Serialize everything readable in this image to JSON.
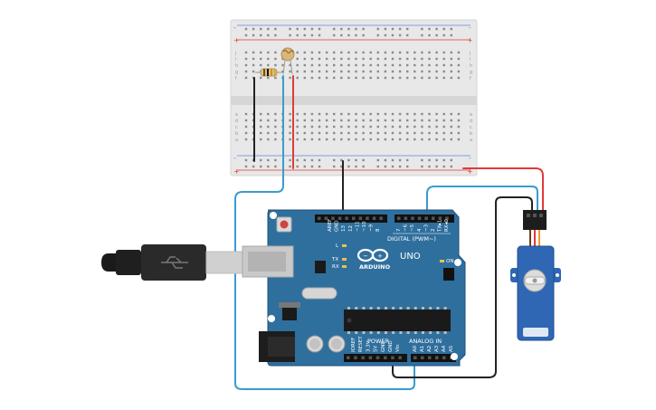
{
  "breadboard": {
    "rail_plus": "+",
    "rail_minus": "-",
    "row_letters_top": [
      "j",
      "i",
      "h",
      "g",
      "f"
    ],
    "row_letters_bottom": [
      "e",
      "d",
      "c",
      "b",
      "a"
    ],
    "column_count": 30
  },
  "arduino": {
    "brand": "ARDUINO",
    "model": "UNO",
    "digital_label": "DIGITAL (PWM~)",
    "power_label": "POWER",
    "analog_label": "ANALOG IN",
    "on_label": "ON",
    "l_label": "L",
    "tx_label": "TX",
    "rx_label": "RX",
    "top_pins_left": [
      "AREF",
      "GND",
      "13",
      "12",
      "~11",
      "~10",
      "~9",
      "8"
    ],
    "top_pins_right": [
      "7",
      "~6",
      "~5",
      "4",
      "~3",
      "2",
      "TX▸1",
      "RX◂0"
    ],
    "power_pins": [
      "IOREF",
      "RESET",
      "3.3V",
      "5V",
      "GND",
      "GND",
      "Vin"
    ],
    "analog_pins": [
      "A0",
      "A1",
      "A2",
      "A3",
      "A4",
      "A5"
    ]
  },
  "colors": {
    "board": "#2f6f9e",
    "board_dark": "#1f4f78",
    "wire_red": "#e03a3a",
    "wire_blue": "#3a9bd0",
    "wire_black": "#222222",
    "breadboard": "#e6e6e6",
    "servo": "#2f67b5"
  }
}
